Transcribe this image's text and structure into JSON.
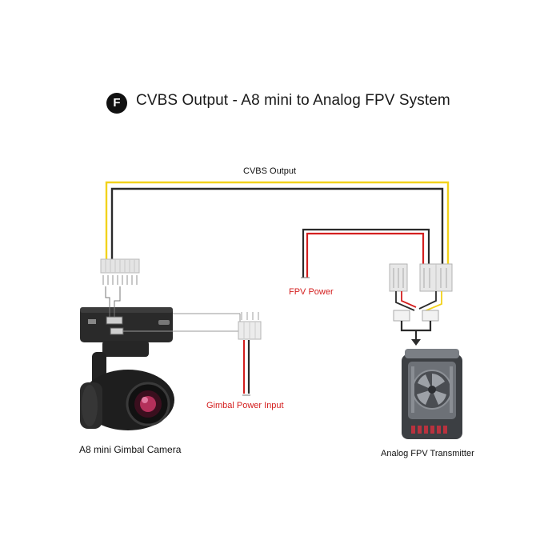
{
  "badge": "F",
  "title": "CVBS Output - A8 mini to Analog FPV System",
  "labels": {
    "cvbs_output": "CVBS Output",
    "fpv_power": "FPV Power",
    "gimbal_power_input": "Gimbal Power Input",
    "camera": "A8 mini Gimbal Camera",
    "transmitter": "Analog FPV Transmitter"
  },
  "colors": {
    "video_wire": "#f2d21b",
    "ground_wire": "#2b2b2b",
    "power_wire": "#d42020",
    "frame_wire": "#999999",
    "label_red": "#d42020"
  },
  "icons": [
    "arrow-down-icon",
    "fan-icon"
  ]
}
